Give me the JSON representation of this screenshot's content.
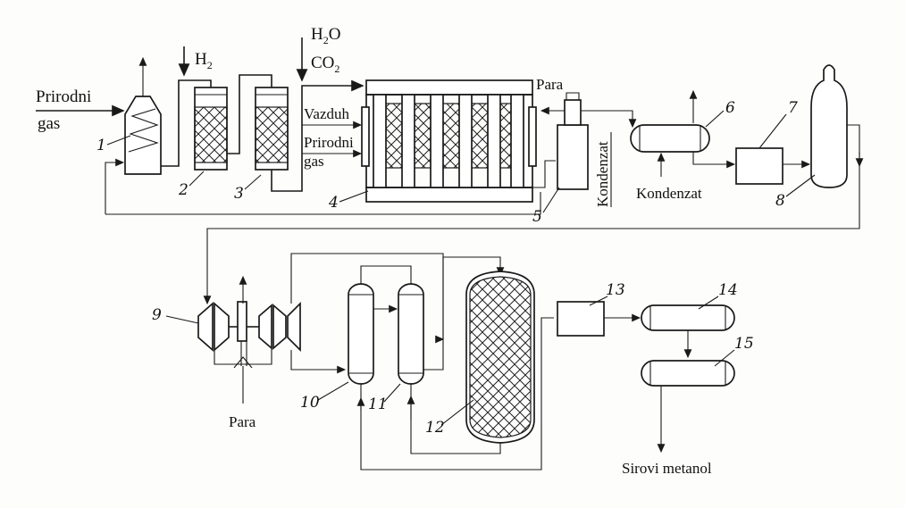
{
  "labels": {
    "natural_gas_in_line1": "Prirodni",
    "natural_gas_in_line2": "gas",
    "hydrogen": "H",
    "hydrogen_sub": "2",
    "water_line": "H",
    "water_sub": "2",
    "water_tail": "O",
    "co2_main": "CO",
    "co2_sub": "2",
    "air": "Vazduh",
    "natural_gas_reformer_line1": "Prirodni",
    "natural_gas_reformer_line2": "gas",
    "steam_top": "Para",
    "condensate_vertical": "Kondenzat",
    "condensate": "Kondenzat",
    "steam_bottom": "Para",
    "crude_methanol": "Sirovi metanol"
  },
  "equipment_numbers": [
    "1",
    "2",
    "3",
    "4",
    "5",
    "6",
    "7",
    "8",
    "9",
    "10",
    "11",
    "12",
    "13",
    "14",
    "15"
  ]
}
